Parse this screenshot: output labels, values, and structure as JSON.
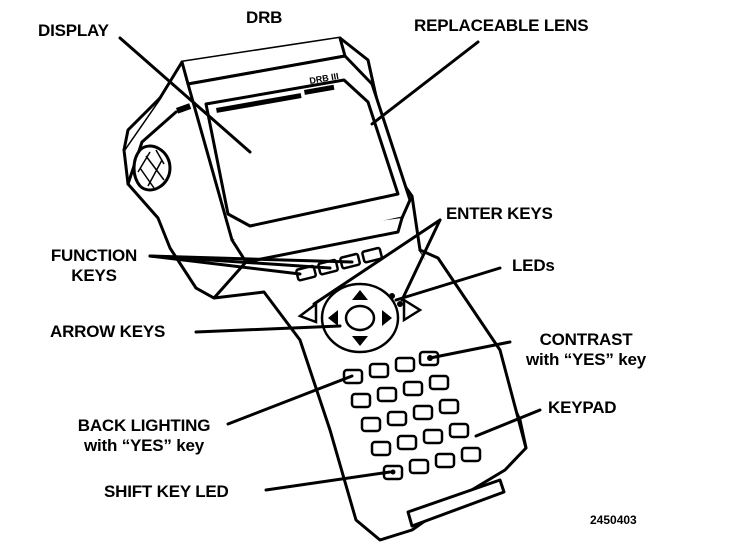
{
  "figure": {
    "title": "DRB",
    "figure_number": "2450403"
  },
  "labels": {
    "display": "DISPLAY",
    "replaceable_lens": "REPLACEABLE LENS",
    "enter_keys": "ENTER KEYS",
    "function_keys_line1": "FUNCTION",
    "function_keys_line2": "KEYS",
    "leds": "LEDs",
    "arrow_keys": "ARROW KEYS",
    "contrast_line1": "CONTRAST",
    "contrast_line2": "with “YES” key",
    "keypad": "KEYPAD",
    "back_lighting_line1": "BACK LIGHTING",
    "back_lighting_line2": "with “YES” key",
    "shift_key_led": "SHIFT KEY LED"
  },
  "device_screen_text": {
    "brand": "DRB III"
  },
  "colors": {
    "ink": "#000000",
    "paper": "#ffffff",
    "screen_fill": "#ffffff"
  }
}
